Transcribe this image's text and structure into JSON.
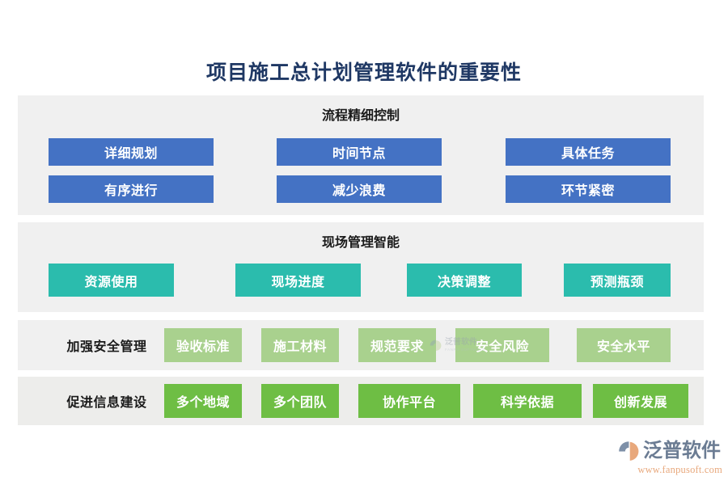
{
  "title": "项目施工总计划管理软件的重要性",
  "colors": {
    "title": "#1F3864",
    "panel_bg": "#F0F0F0",
    "blue": "#4472C4",
    "teal": "#2BBCAD",
    "light_green": "#A9D18E",
    "dark_green": "#6EBE44",
    "logo_text": "#6B7C93",
    "logo_url": "#E8A87C"
  },
  "sections": [
    {
      "id": "process-control",
      "heading": "流程精细控制",
      "style": "blue",
      "layout": "heading-grid",
      "rows": [
        [
          "详细规划",
          "时间节点",
          "具体任务"
        ],
        [
          "有序进行",
          "减少浪费",
          "环节紧密"
        ]
      ]
    },
    {
      "id": "site-management",
      "heading": "现场管理智能",
      "style": "teal",
      "layout": "heading-grid",
      "rows": [
        [
          "资源使用",
          "现场进度",
          "决策调整",
          "预测瓶颈"
        ]
      ]
    },
    {
      "id": "safety-management",
      "label": "加强安全管理",
      "style": "light-green",
      "layout": "label-row",
      "items": [
        "验收标准",
        "施工材料",
        "规范要求",
        "安全风险",
        "安全水平"
      ]
    },
    {
      "id": "information-construction",
      "label": "促进信息建设",
      "style": "dark-green",
      "layout": "label-row",
      "items": [
        "多个地域",
        "多个团队",
        "协作平台",
        "科学依据",
        "创新发展"
      ]
    }
  ],
  "watermark": {
    "cn": "泛普软件",
    "en": "FANPU SOFTWARE"
  },
  "logo": {
    "name": "泛普软件",
    "url": "www.fanpusoft.com"
  }
}
